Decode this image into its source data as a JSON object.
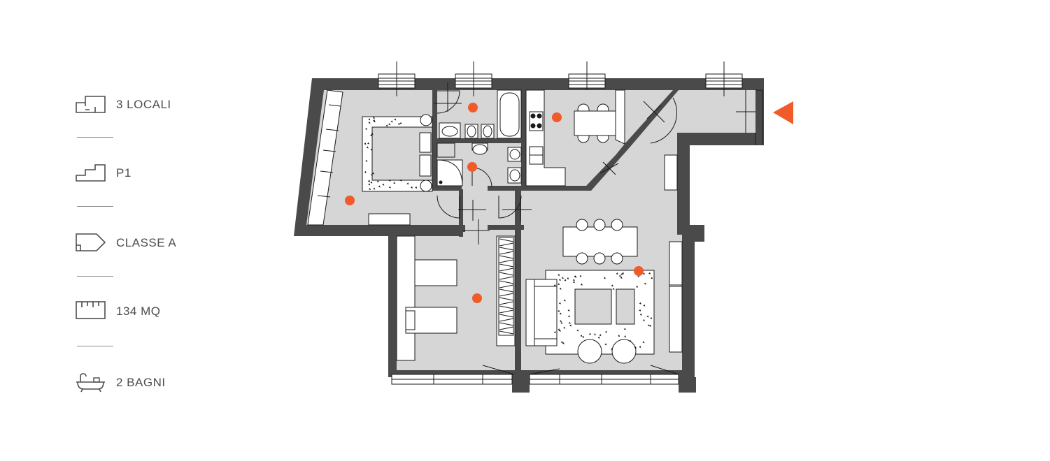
{
  "features": [
    {
      "icon": "floorplan-rooms-icon",
      "label": "3 LOCALI"
    },
    {
      "icon": "stairs-floor-icon",
      "label": "P1"
    },
    {
      "icon": "energy-class-tag-icon",
      "label": "CLASSE A"
    },
    {
      "icon": "ruler-area-icon",
      "label": "134 MQ"
    },
    {
      "icon": "bathtub-icon",
      "label": "2 BAGNI"
    }
  ],
  "colors": {
    "wall": "#4a4a4a",
    "floor": "#d6d6d6",
    "accent": "#f15a29",
    "line": "#1a1a1a",
    "text": "#4d4d4d"
  },
  "plan": {
    "entrance_marker": "entrance-arrow-icon",
    "room_markers": [
      "bedroom-marker",
      "bathroom-marker",
      "bathroom-marker",
      "kitchen-marker",
      "hallway-marker",
      "bedroom-marker",
      "living-room-marker"
    ]
  }
}
